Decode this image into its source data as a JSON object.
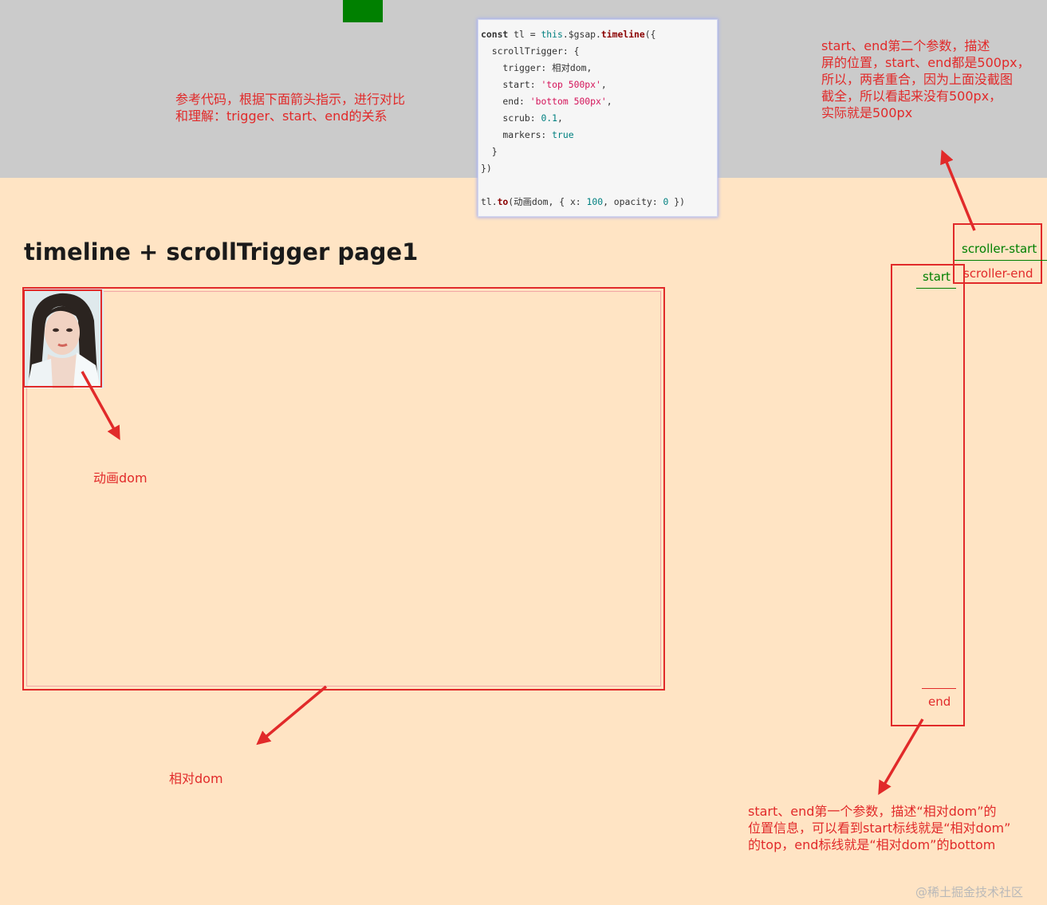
{
  "code": {
    "l1_kw": "const",
    "l1_a": " tl = ",
    "l1_this": "this",
    "l1_b": ".$gsap.",
    "l1_fn": "timeline",
    "l1_c": "({",
    "l2": "  scrollTrigger: {",
    "l3": "    trigger: 相对dom,",
    "l4_a": "    start: ",
    "l4_str": "'top 500px'",
    "l4_b": ",",
    "l5_a": "    end: ",
    "l5_str": "'bottom 500px'",
    "l5_b": ",",
    "l6_a": "    scrub: ",
    "l6_num": "0.1",
    "l6_b": ",",
    "l7_a": "    markers: ",
    "l7_num": "true",
    "l8": "  }",
    "l9": "})",
    "l10_a": "tl.",
    "l10_fn": "to",
    "l10_b": "(动画dom, { x: ",
    "l10_num1": "100",
    "l10_c": ", opacity: ",
    "l10_num2": "0",
    "l10_d": " })"
  },
  "annotations": {
    "compare_note": "参考代码，根据下面箭头指示，进行对比\n和理解：trigger、start、end的关系",
    "second_param_note": "start、end第二个参数，描述\n屏的位置，start、end都是500px，\n所以，两者重合，因为上面没截图\n截全，所以看起来没有500px，\n实际就是500px",
    "anim_dom_label": "动画dom",
    "relative_dom_label": "相对dom",
    "first_param_note": "start、end第一个参数，描述“相对dom”的\n位置信息，可以看到start标线就是“相对dom”\n的top，end标线就是“相对dom”的bottom"
  },
  "page": {
    "title": "timeline + scrollTrigger page1"
  },
  "markers": {
    "scroller_start": "scroller-start",
    "scroller_end": "scroller-end",
    "start": "start",
    "end": "end",
    "scroller_color": "#008000",
    "trigger_color": "#008000"
  },
  "watermark": "@稀土掘金技术社区",
  "colors": {
    "annotation_red": "#e12a2a",
    "page_background": "#ffe4c4",
    "top_band": "#cbcbcb",
    "marker_green": "#008000"
  }
}
